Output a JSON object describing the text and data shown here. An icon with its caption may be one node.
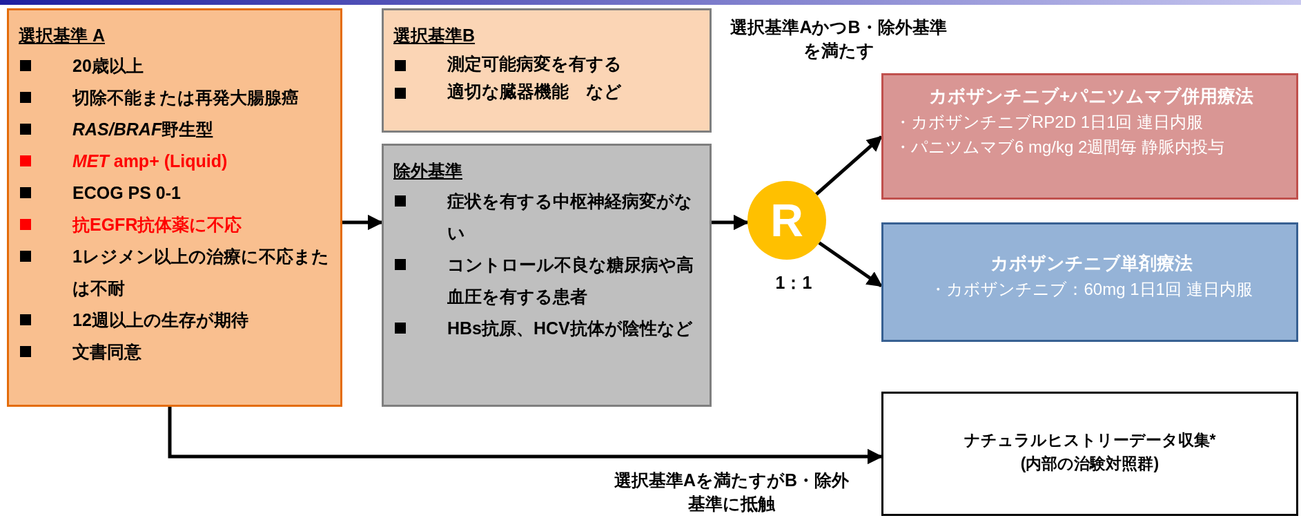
{
  "diagram": {
    "nodes": [
      {
        "text": [
          "選択基準 A",
          "20歳以上",
          "切除不能または再発大腸腺癌",
          "RAS/BRAF野生型",
          "*MET* amp+ (Liquid)",
          "ECOG PS 0-1",
          "抗EGFR抗体薬に不応",
          "1レジメン以上の治療に不応または不耐",
          "12週以上の生存が期待",
          "文書同意"
        ]
      },
      {
        "text": [
          "選択基準B",
          "測定可能病変を有する",
          "適切な臓器機能　など"
        ]
      },
      {
        "text": [
          "除外基準",
          "症状を有する中枢神経病変がない",
          "コントロール不良な糖尿病や高血圧を有する患者",
          "HBs抗原、HCV抗体が陰性など"
        ]
      },
      {
        "text": [
          "R"
        ]
      },
      {
        "text": [
          "カボザンチニブ+パニツムマブ併用療法",
          "・カボザンチニブRP2D 1日1回 連日内服",
          "・パニツムマブ6 mg/kg 2週間毎 静脈内投与"
        ]
      },
      {
        "text": [
          "カボザンチニブ単剤療法",
          "・カボザンチニブ：60mg 1日1回 連日内服"
        ]
      },
      {
        "text": [
          "ナチュラルヒストリーデータ収集*",
          "(内部の治験対照群)"
        ]
      }
    ],
    "edges": [
      {
        "from": 0,
        "to": 2,
        "arrow": "to"
      },
      {
        "from": 2,
        "to": 3,
        "arrow": "to"
      },
      {
        "from": 3,
        "to": 4,
        "arrow": "to"
      },
      {
        "from": 3,
        "to": 5,
        "arrow": "to"
      },
      {
        "from": 0,
        "to": 6,
        "arrow": "to",
        "label": "選択基準Aを満たすがB・除外基準に抵触"
      }
    ],
    "labels": [
      "選択基準AかつB・除外基準を満たす",
      "1：1"
    ]
  }
}
